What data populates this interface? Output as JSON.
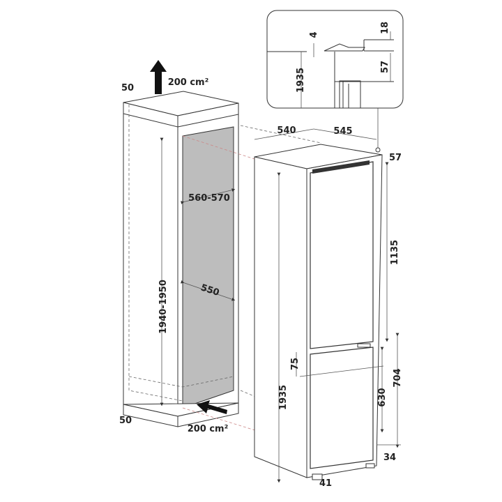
{
  "niche": {
    "top_clearance": "50",
    "top_vent": "200 cm²",
    "width": "560-570",
    "height": "1940-1950",
    "depth": "550",
    "bottom_clearance": "50",
    "bottom_vent": "200 cm²"
  },
  "appliance": {
    "width": "540",
    "depth": "545",
    "top_offset": "57",
    "upper_door": "1135",
    "door_gap": "75",
    "lower_section": "704",
    "lower_door": "630",
    "total_height": "1935",
    "bottom_offset": "34",
    "foot": "41"
  },
  "detail_inset": {
    "gap": "4",
    "top": "18",
    "height": "1935",
    "offset": "57"
  }
}
